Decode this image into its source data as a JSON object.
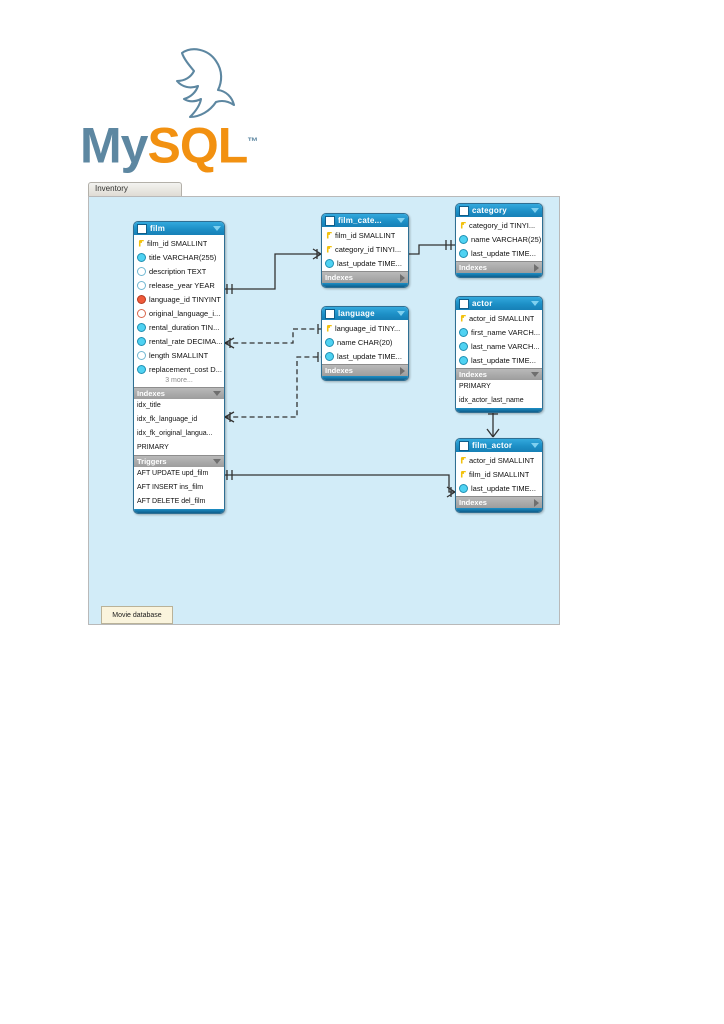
{
  "logo": {
    "wordmark_my": "My",
    "wordmark_sql": "SQL",
    "trademark": "™",
    "icon": "dolphin-icon",
    "color_my": "#5d87a1",
    "color_sql": "#f29111"
  },
  "diagram": {
    "tab_label": "Inventory",
    "canvas_color": "#d2ecf8",
    "note": {
      "text": "Movie database"
    },
    "tables": [
      {
        "name": "film",
        "columns": [
          {
            "icon": "key-icon",
            "label": "film_id SMALLINT"
          },
          {
            "icon": "notnull-icon",
            "label": "title VARCHAR(255)"
          },
          {
            "icon": "nullable-icon",
            "label": "description TEXT"
          },
          {
            "icon": "nullable-icon",
            "label": "release_year YEAR"
          },
          {
            "icon": "foreignkey-icon",
            "label": "language_id TINYINT"
          },
          {
            "icon": "foreignkey-null-icon",
            "label": "original_language_i..."
          },
          {
            "icon": "notnull-icon",
            "label": "rental_duration TIN..."
          },
          {
            "icon": "notnull-icon",
            "label": "rental_rate DECIMA..."
          },
          {
            "icon": "nullable-icon",
            "label": "length SMALLINT"
          },
          {
            "icon": "notnull-icon",
            "label": "replacement_cost D..."
          }
        ],
        "more_label": "3 more...",
        "sections": [
          {
            "title": "Indexes",
            "expanded": true,
            "items": [
              "idx_title",
              "idx_fk_language_id",
              "idx_fk_original_langua...",
              "PRIMARY"
            ]
          },
          {
            "title": "Triggers",
            "expanded": true,
            "items": [
              "AFT UPDATE upd_film",
              "AFT INSERT ins_film",
              "AFT DELETE del_film"
            ]
          }
        ]
      },
      {
        "name": "film_cate...",
        "columns": [
          {
            "icon": "key-icon",
            "label": "film_id SMALLINT"
          },
          {
            "icon": "key-icon",
            "label": "category_id TINYI..."
          },
          {
            "icon": "notnull-icon",
            "label": "last_update TIME..."
          }
        ],
        "more_label": "",
        "sections": [
          {
            "title": "Indexes",
            "expanded": false,
            "items": []
          }
        ]
      },
      {
        "name": "language",
        "columns": [
          {
            "icon": "key-icon",
            "label": "language_id TINY..."
          },
          {
            "icon": "notnull-icon",
            "label": "name CHAR(20)"
          },
          {
            "icon": "notnull-icon",
            "label": "last_update TIME..."
          }
        ],
        "more_label": "",
        "sections": [
          {
            "title": "Indexes",
            "expanded": false,
            "items": []
          }
        ]
      },
      {
        "name": "category",
        "columns": [
          {
            "icon": "key-icon",
            "label": "category_id TINYI..."
          },
          {
            "icon": "notnull-icon",
            "label": "name VARCHAR(25)"
          },
          {
            "icon": "notnull-icon",
            "label": "last_update TIME..."
          }
        ],
        "more_label": "",
        "sections": [
          {
            "title": "Indexes",
            "expanded": false,
            "items": []
          }
        ]
      },
      {
        "name": "actor",
        "columns": [
          {
            "icon": "key-icon",
            "label": "actor_id SMALLINT"
          },
          {
            "icon": "notnull-icon",
            "label": "first_name VARCH..."
          },
          {
            "icon": "notnull-icon",
            "label": "last_name VARCH..."
          },
          {
            "icon": "notnull-icon",
            "label": "last_update TIME..."
          }
        ],
        "more_label": "",
        "sections": [
          {
            "title": "Indexes",
            "expanded": true,
            "items": [
              "PRIMARY",
              "idx_actor_last_name"
            ]
          }
        ]
      },
      {
        "name": "film_actor",
        "columns": [
          {
            "icon": "key-icon",
            "label": "actor_id SMALLINT"
          },
          {
            "icon": "key-icon",
            "label": "film_id SMALLINT"
          },
          {
            "icon": "notnull-icon",
            "label": "last_update TIME..."
          }
        ],
        "more_label": "",
        "sections": [
          {
            "title": "Indexes",
            "expanded": false,
            "items": []
          }
        ]
      }
    ],
    "relationships": [
      {
        "from": "film",
        "to": "film_cate...",
        "style": "identifying"
      },
      {
        "from": "film_cate...",
        "to": "category",
        "style": "identifying"
      },
      {
        "from": "film",
        "to": "language",
        "style": "non-identifying"
      },
      {
        "from": "film",
        "to": "language",
        "style": "non-identifying"
      },
      {
        "from": "film",
        "to": "film_actor",
        "style": "identifying"
      },
      {
        "from": "actor",
        "to": "film_actor",
        "style": "identifying"
      }
    ]
  }
}
